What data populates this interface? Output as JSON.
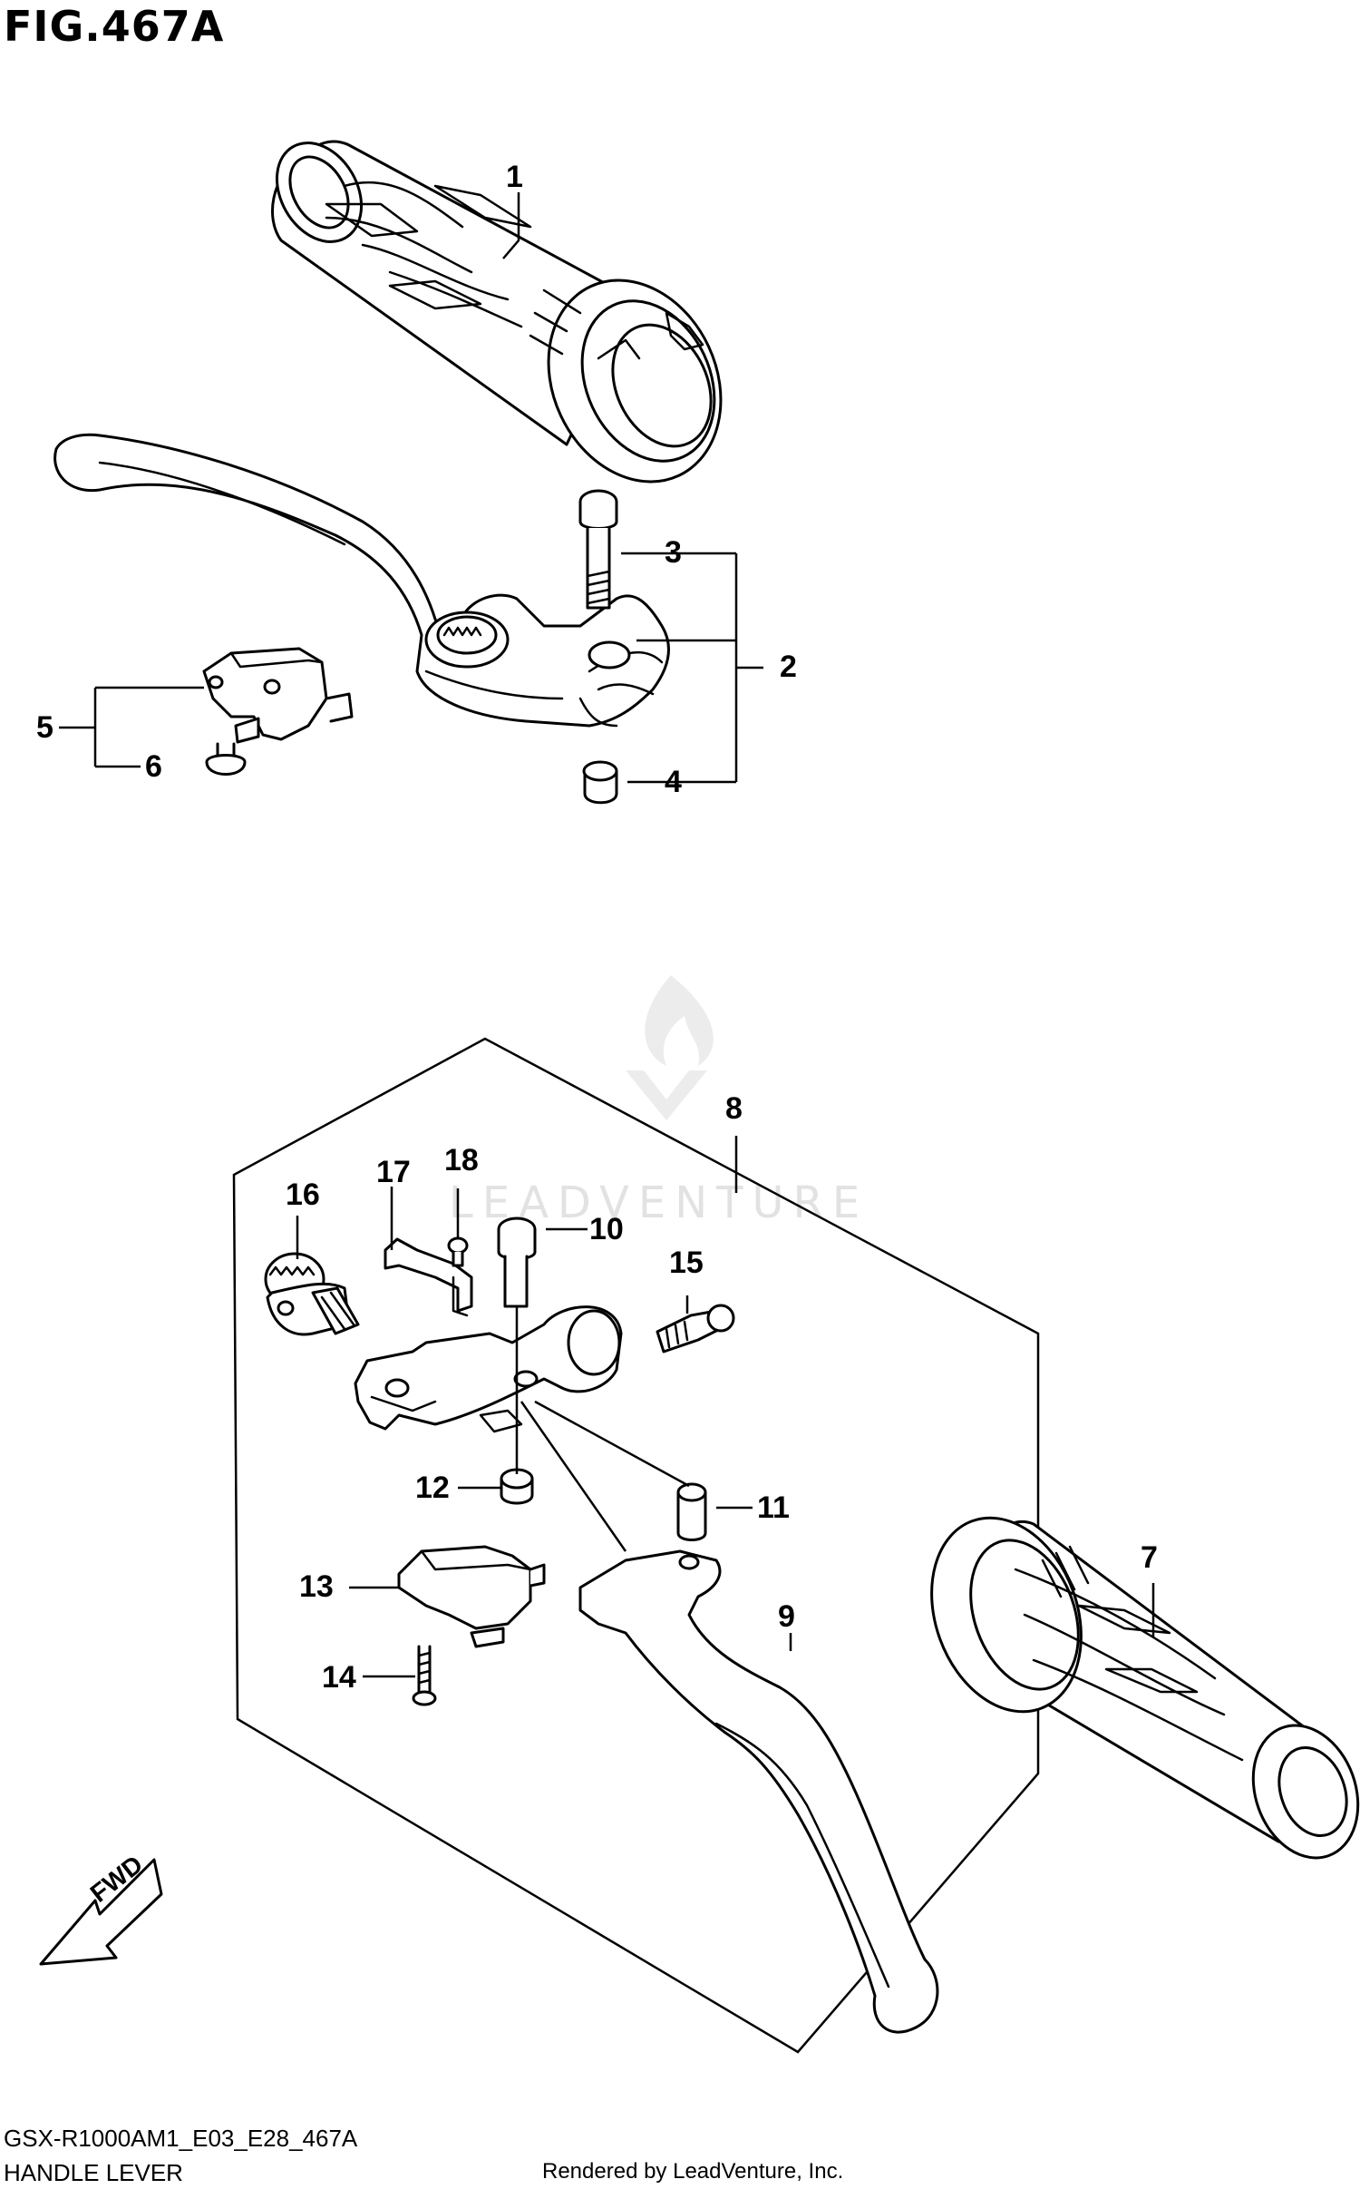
{
  "figure": {
    "title": "FIG.467A"
  },
  "callouts": [
    {
      "id": "1",
      "label": "1"
    },
    {
      "id": "2",
      "label": "2"
    },
    {
      "id": "3",
      "label": "3"
    },
    {
      "id": "4",
      "label": "4"
    },
    {
      "id": "5",
      "label": "5"
    },
    {
      "id": "6",
      "label": "6"
    },
    {
      "id": "7",
      "label": "7"
    },
    {
      "id": "8",
      "label": "8"
    },
    {
      "id": "9",
      "label": "9"
    },
    {
      "id": "10",
      "label": "10"
    },
    {
      "id": "11",
      "label": "11"
    },
    {
      "id": "12",
      "label": "12"
    },
    {
      "id": "13",
      "label": "13"
    },
    {
      "id": "14",
      "label": "14"
    },
    {
      "id": "15",
      "label": "15"
    },
    {
      "id": "16",
      "label": "16"
    },
    {
      "id": "17",
      "label": "17"
    },
    {
      "id": "18",
      "label": "18"
    }
  ],
  "fwd_arrow": {
    "label": "FWD"
  },
  "watermark": {
    "text": "LEADVENTURE",
    "icon": "flame-logo-icon"
  },
  "footer": {
    "model_code": "GSX-R1000AM1_E03_E28_467A",
    "section_name": "HANDLE LEVER",
    "credit": "Rendered by LeadVenture, Inc."
  }
}
